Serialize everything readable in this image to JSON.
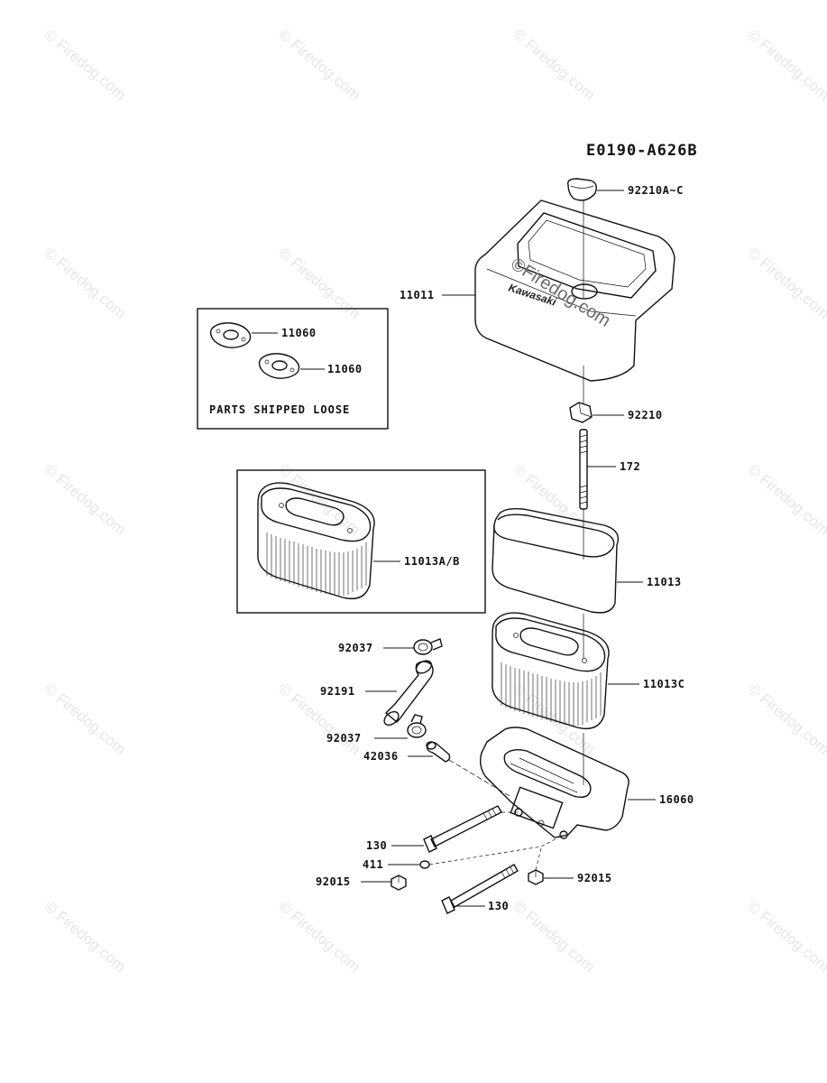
{
  "diagram_code": "E0190-A626B",
  "note": "PARTS SHIPPED LOOSE",
  "brand": "Kawasaki",
  "watermark": "© Firedog.com",
  "watermark_overlay": "©Firedog.com",
  "labels": {
    "cap": "92210A~C",
    "cover": "11011",
    "gasket1": "11060",
    "gasket2": "11060",
    "nut": "92210",
    "stud": "172",
    "precleaner": "11013",
    "element_ab": "11013A/B",
    "element_c": "11013C",
    "clamp_top": "92037",
    "hose": "92191",
    "clamp_bottom": "92037",
    "fitting": "42036",
    "base": "16060",
    "bolt_left": "130",
    "washer": "411",
    "nut_left": "92015",
    "nut_right": "92015",
    "bolt_bottom": "130"
  }
}
